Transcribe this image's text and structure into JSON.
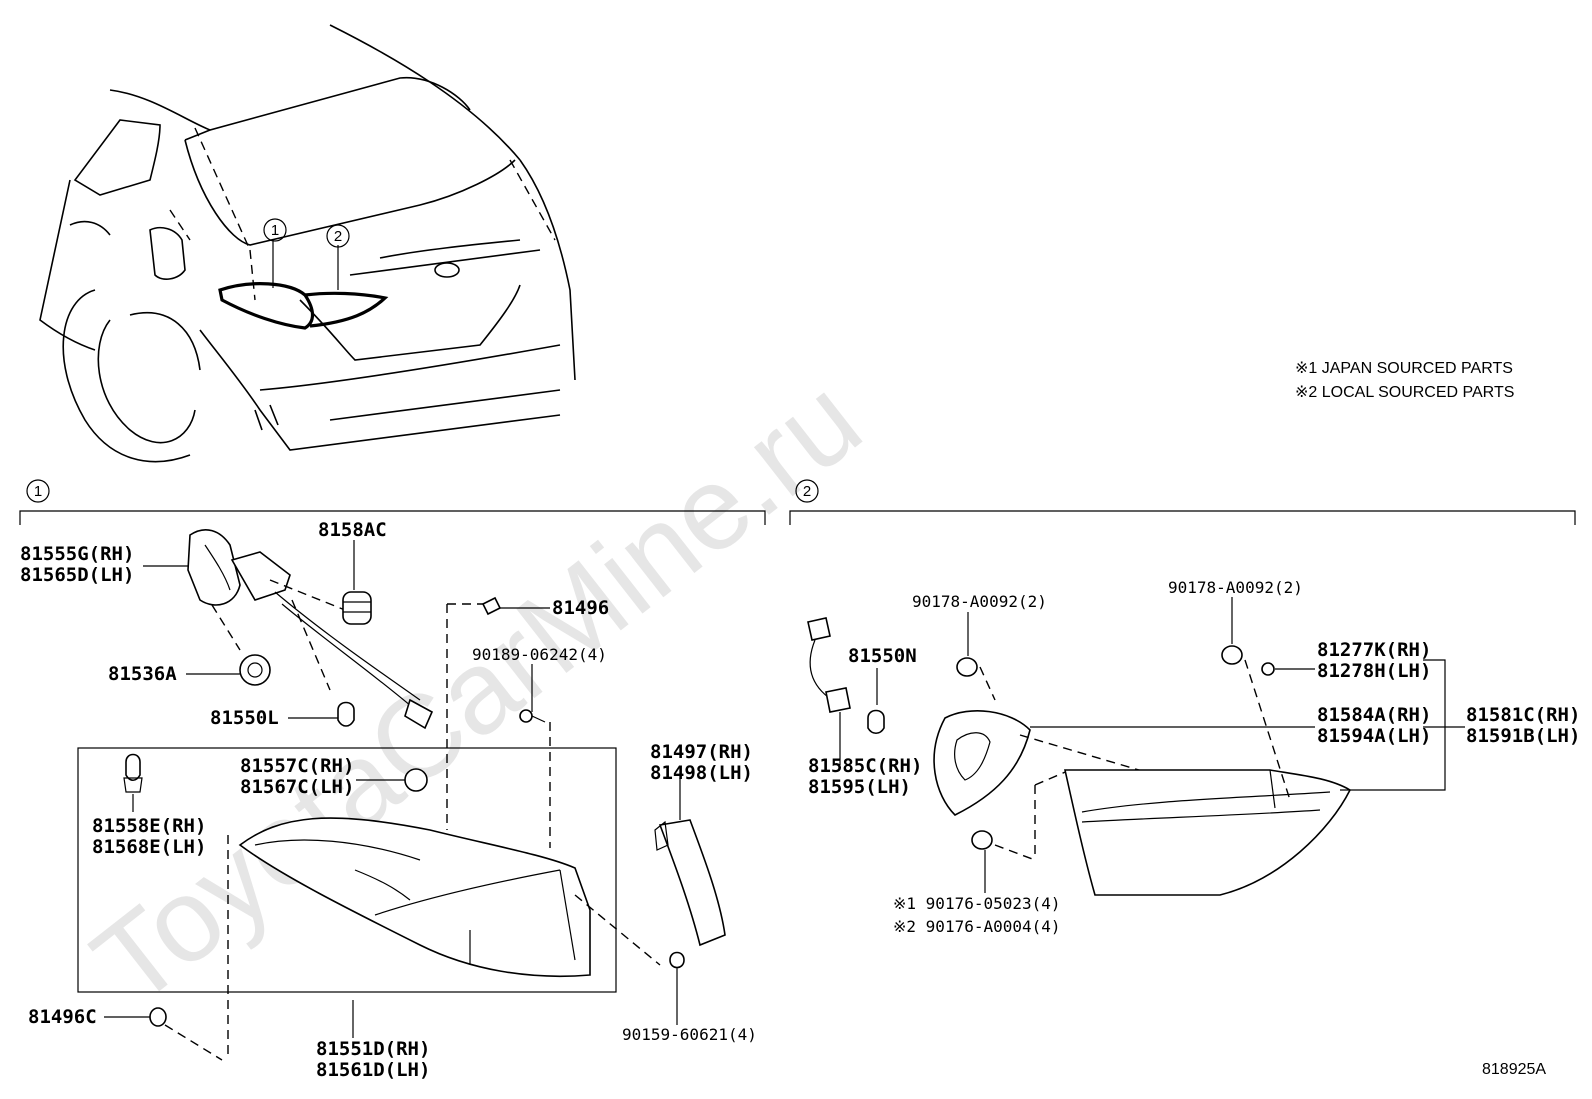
{
  "watermark": "ToyotaCarMine.ru",
  "notes": {
    "note1": "※1 JAPAN SOURCED PARTS",
    "note2": "※2 LOCAL SOURCED PARTS"
  },
  "figure_id": "818925A",
  "section_markers": {
    "s1": "1",
    "s2": "2"
  },
  "section1": {
    "p81555G": "81555G(RH)",
    "p81565D": "81565D(LH)",
    "p8158AC": "8158AC",
    "p81536A": "81536A",
    "p81550L": "81550L",
    "p81496": "81496",
    "p90189": "90189-06242(4)",
    "p81557C": "81557C(RH)",
    "p81567C": "81567C(LH)",
    "p81558E": "81558E(RH)",
    "p81568E": "81568E(LH)",
    "p81497": "81497(RH)",
    "p81498": "81498(LH)",
    "p81496C": "81496C",
    "p81551D": "81551D(RH)",
    "p81561D": "81561D(LH)",
    "p90159": "90159-60621(4)"
  },
  "section2": {
    "p90178a": "90178-A0092(2)",
    "p90178b": "90178-A0092(2)",
    "p81550N": "81550N",
    "p81277K": "81277K(RH)",
    "p81278H": "81278H(LH)",
    "p81584A": "81584A(RH)",
    "p81594A": "81594A(LH)",
    "p81581C": "81581C(RH)",
    "p81591B": "81591B(LH)",
    "p81585C": "81585C(RH)",
    "p81595": "81595(LH)",
    "p90176a": "※1 90176-05023(4)",
    "p90176b": "※2 90176-A0004(4)"
  }
}
